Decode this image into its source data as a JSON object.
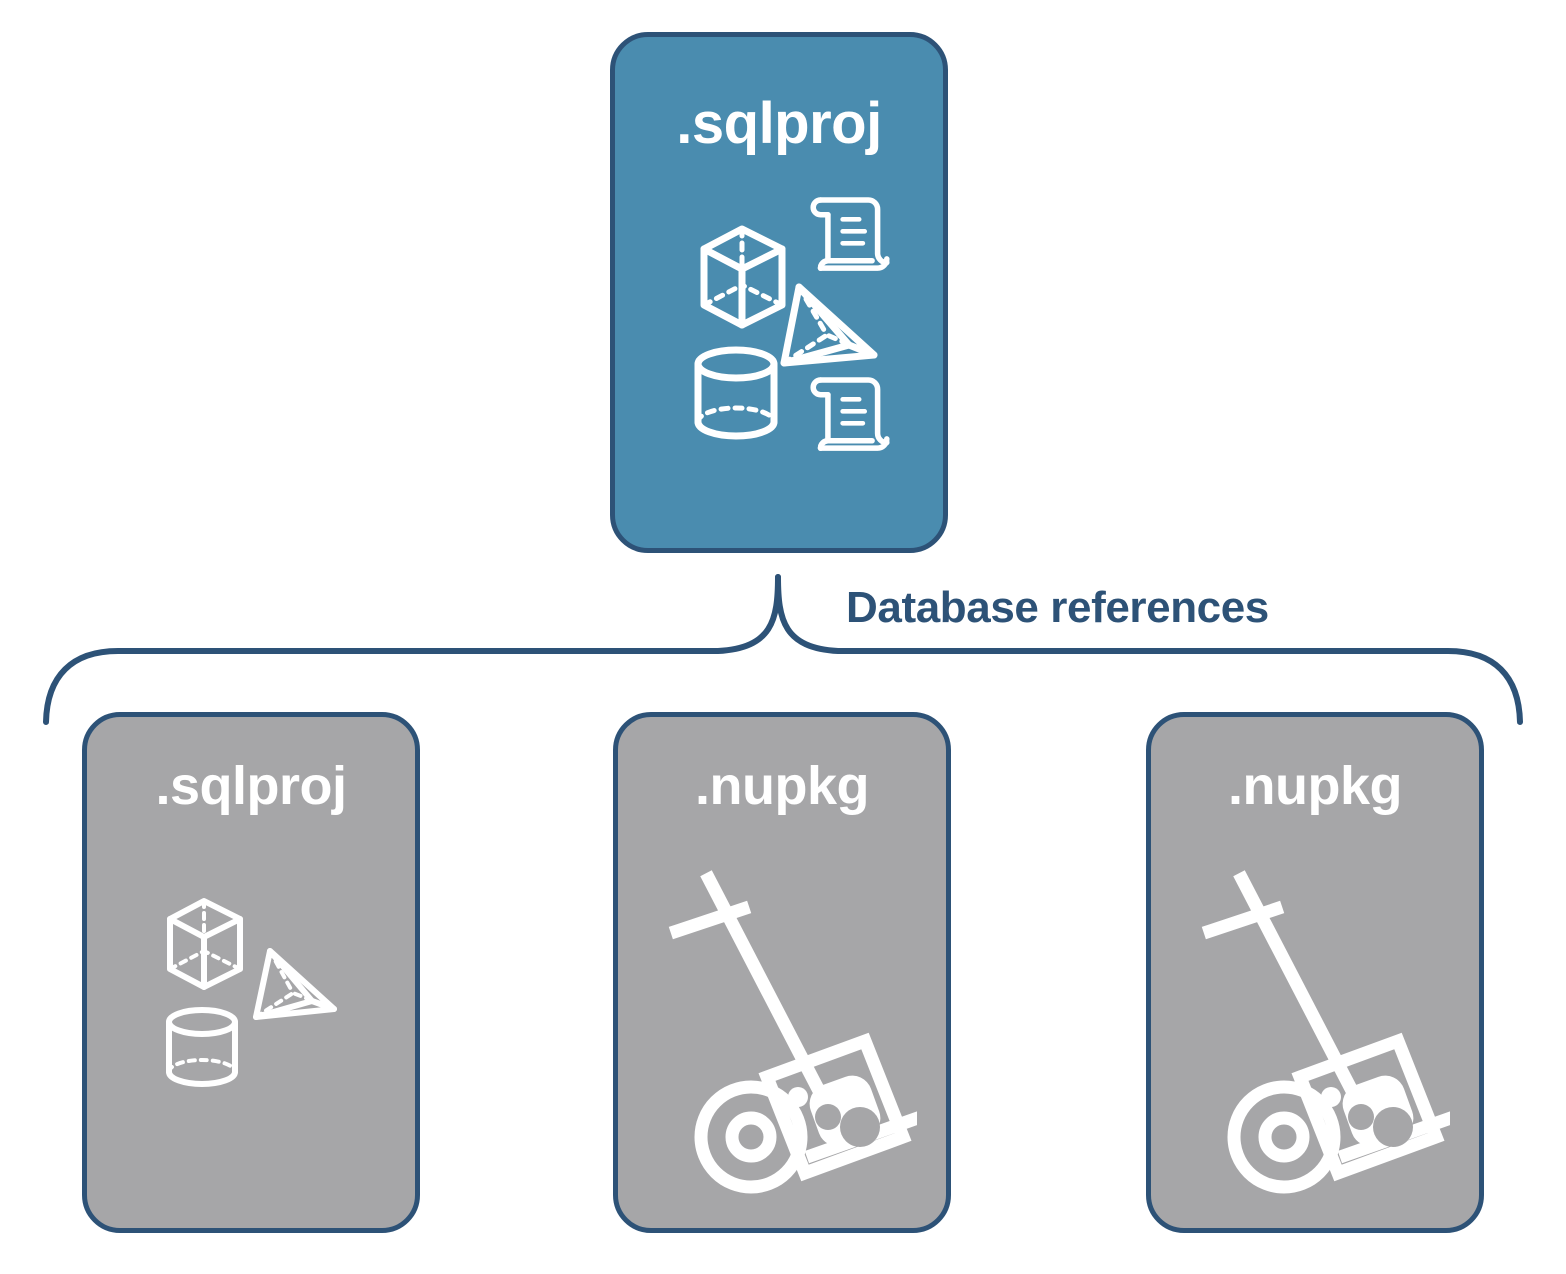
{
  "diagram": {
    "title": "Database references",
    "colors": {
      "primary_fill": "#4a8caf",
      "secondary_fill": "#a6a6a8",
      "stroke": "#2d5277",
      "icon": "#ffffff",
      "background": "#ffffff"
    },
    "edge": {
      "label": "Database references",
      "style": "curly-brace",
      "from": "sqlproj-root",
      "to": [
        "sqlproj-ref",
        "nupkg-ref-1",
        "nupkg-ref-2"
      ]
    },
    "nodes": [
      {
        "id": "sqlproj-root",
        "label": ".sqlproj",
        "role": "primary",
        "icons": [
          "cube-icon",
          "scroll-icon",
          "pyramid-icon",
          "cylinder-icon",
          "scroll-icon"
        ]
      },
      {
        "id": "sqlproj-ref",
        "label": ".sqlproj",
        "role": "secondary",
        "icons": [
          "cube-icon",
          "pyramid-icon",
          "cylinder-icon"
        ]
      },
      {
        "id": "nupkg-ref-1",
        "label": ".nupkg",
        "role": "secondary",
        "icons": [
          "hand-truck-package-icon"
        ]
      },
      {
        "id": "nupkg-ref-2",
        "label": ".nupkg",
        "role": "secondary",
        "icons": [
          "hand-truck-package-icon"
        ]
      }
    ]
  }
}
